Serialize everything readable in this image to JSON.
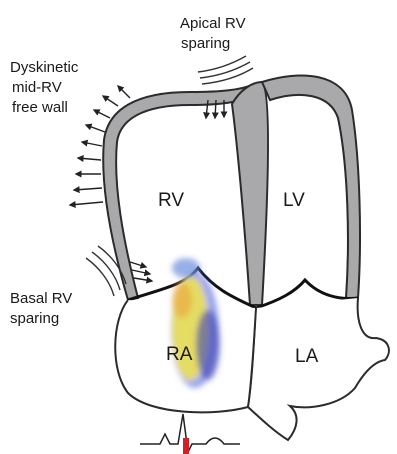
{
  "labels": {
    "apical_line1": "Apical RV",
    "apical_line2": "sparing",
    "dyskinetic_line1": "Dyskinetic",
    "dyskinetic_line2": "mid-RV",
    "dyskinetic_line3": "free wall",
    "basal_line1": "Basal RV",
    "basal_line2": "sparing",
    "rv": "RV",
    "lv": "LV",
    "ra": "RA",
    "la": "LA"
  },
  "colors": {
    "myocardium": "#a9a9ab",
    "outline": "#2b2b2b",
    "jet_yellow": "#f2e64a",
    "jet_blue": "#4a5bd8",
    "ecg_marker": "#d0202a"
  }
}
